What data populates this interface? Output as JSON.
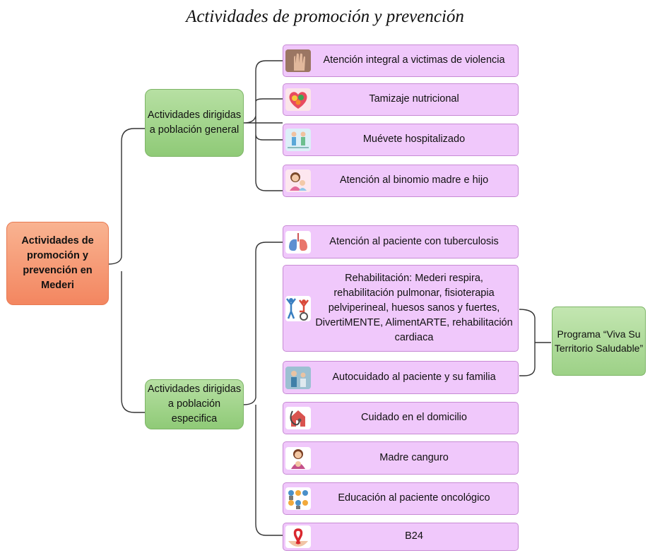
{
  "title": "Actividades de promoción y prevención",
  "root": "Actividades de promoción y prevención en Mederi",
  "groups": [
    {
      "label": "Actividades dirigidas a población general"
    },
    {
      "label": "Actividades dirigidas a población especifica"
    }
  ],
  "leaves": [
    {
      "label": "Atención integral a victimas de violencia",
      "icon": "hand-stop-icon"
    },
    {
      "label": "Tamizaje nutricional",
      "icon": "healthy-food-heart-icon"
    },
    {
      "label": "Muévete hospitalizado",
      "icon": "patient-walking-icon"
    },
    {
      "label": "Atención al binomio madre e hijo",
      "icon": "mother-child-icon"
    },
    {
      "label": "Atención al paciente con tuberculosis",
      "icon": "lungs-icon"
    },
    {
      "label": "Rehabilitación: Mederi respira, rehabilitación pulmonar, fisioterapia pelviperineal, huesos sanos y fuertes, DivertiMENTE, AlimentARTE, rehabilitación cardiaca",
      "icon": "rehabilitation-people-icon"
    },
    {
      "label": "Autocuidado al paciente y su familia",
      "icon": "family-care-icon"
    },
    {
      "label": "Cuidado en el domicilio",
      "icon": "home-stethoscope-icon"
    },
    {
      "label": "Madre canguro",
      "icon": "kangaroo-mother-icon"
    },
    {
      "label": "Educación al paciente oncológico",
      "icon": "oncology-team-icon"
    },
    {
      "label": "B24",
      "icon": "red-ribbon-hands-icon"
    }
  ],
  "program": "Programa “Viva Su Territorio Saludable”"
}
